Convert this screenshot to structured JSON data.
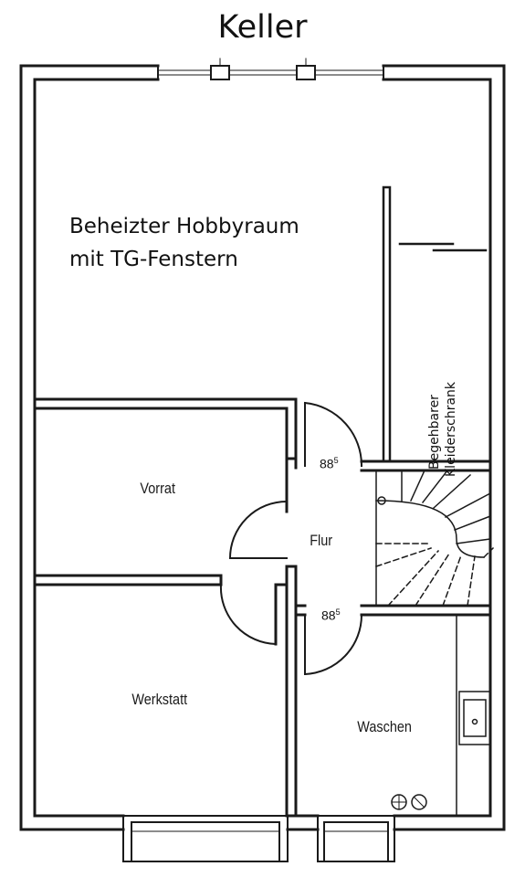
{
  "title": "Keller",
  "rooms": {
    "hobby_line1": "Beheizter Hobbyraum",
    "hobby_line2": "mit TG-Fenstern",
    "closet_line1": "Begehbarer",
    "closet_line2": "Kleiderschrank",
    "vorrat": "Vorrat",
    "flur": "Flur",
    "werkstatt": "Werkstatt",
    "waschen": "Waschen"
  },
  "doors": {
    "upper_width": "88",
    "upper_width_sup": "5",
    "lower_width": "88",
    "lower_width_sup": "5"
  }
}
